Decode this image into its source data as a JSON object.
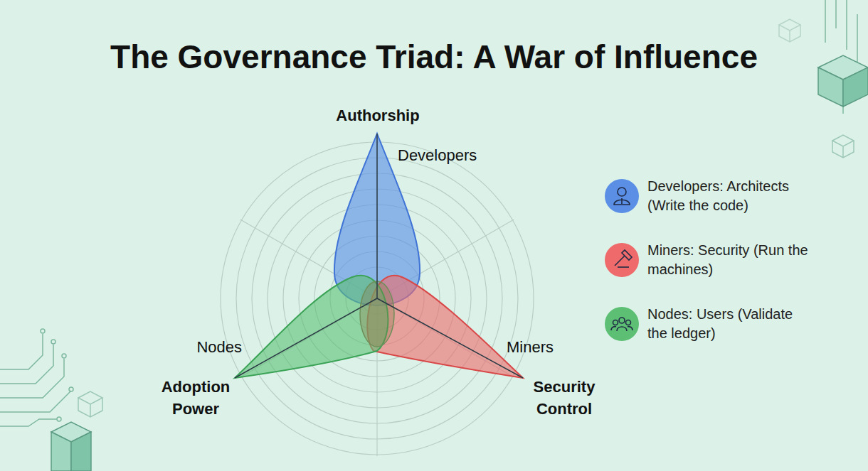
{
  "diagram": {
    "title": "The Governance Triad: A War of Influence",
    "labels": [
      "Authorship",
      "Developers",
      "Nodes",
      "Adoption Power",
      "Miners",
      "Security Control"
    ],
    "legend": [
      {
        "text": "Developers: Architects (Write the code)",
        "color": "#5b8fe6"
      },
      {
        "text": "Miners: Security (Run the machines)",
        "color": "#ef6b6b"
      },
      {
        "text": "Nodes: Users (Validate the ledger)",
        "color": "#5cbf74"
      }
    ]
  }
}
